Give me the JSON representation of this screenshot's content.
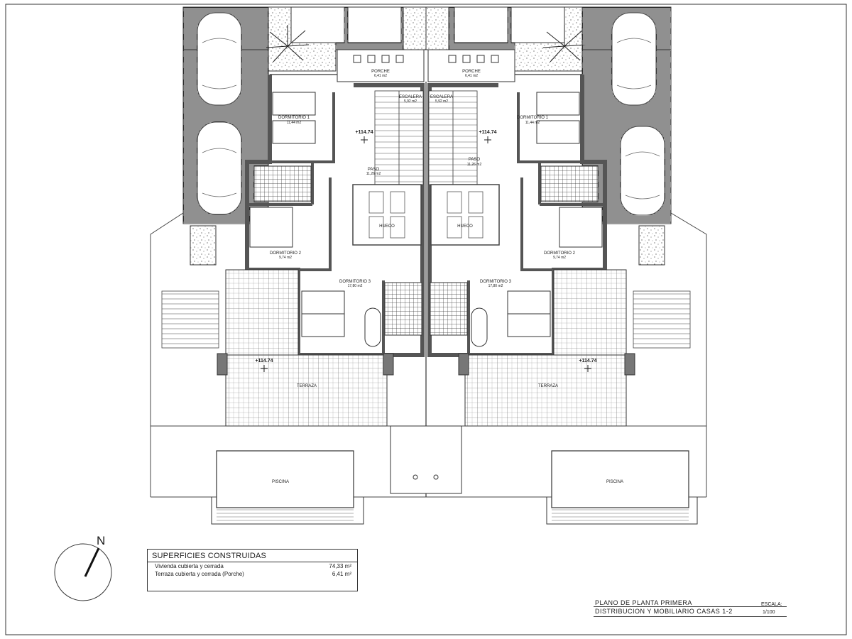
{
  "rooms": {
    "porche": {
      "label": "PORCHE",
      "area": "6,41 m2"
    },
    "escalera": {
      "label": "ESCALERA",
      "area": "5,92 m2"
    },
    "paso": {
      "label": "PASO",
      "area": "11,26 m2"
    },
    "dormitorio1": {
      "label": "DORMITORIO 1",
      "area": "11,44 m2"
    },
    "dormitorio2": {
      "label": "DORMITORIO 2",
      "area": "9,74 m2"
    },
    "dormitorio3": {
      "label": "DORMITORIO 3",
      "area": "17,80 m2"
    },
    "hueco": {
      "label": "HUECO"
    },
    "terraza": {
      "label": "TERRAZA"
    },
    "piscina": {
      "label": "PISCINA"
    },
    "level": "+114.74"
  },
  "north": {
    "letter": "N"
  },
  "surfaces": {
    "title": "SUPERFICIES CONSTRUIDAS",
    "rows": [
      {
        "label": "Vivienda cubierta y cerrada",
        "value": "74,33 m²"
      },
      {
        "label": "Terraza cubierta y cerrada  (Porche)",
        "value": "6,41 m²"
      }
    ]
  },
  "title_block": {
    "line1": "PLANO DE PLANTA PRIMERA",
    "line2": "DISTRIBUCION Y MOBILIARIO CASAS 1-2",
    "scale_label": "ESCALA:",
    "scale_value": "1/100"
  }
}
